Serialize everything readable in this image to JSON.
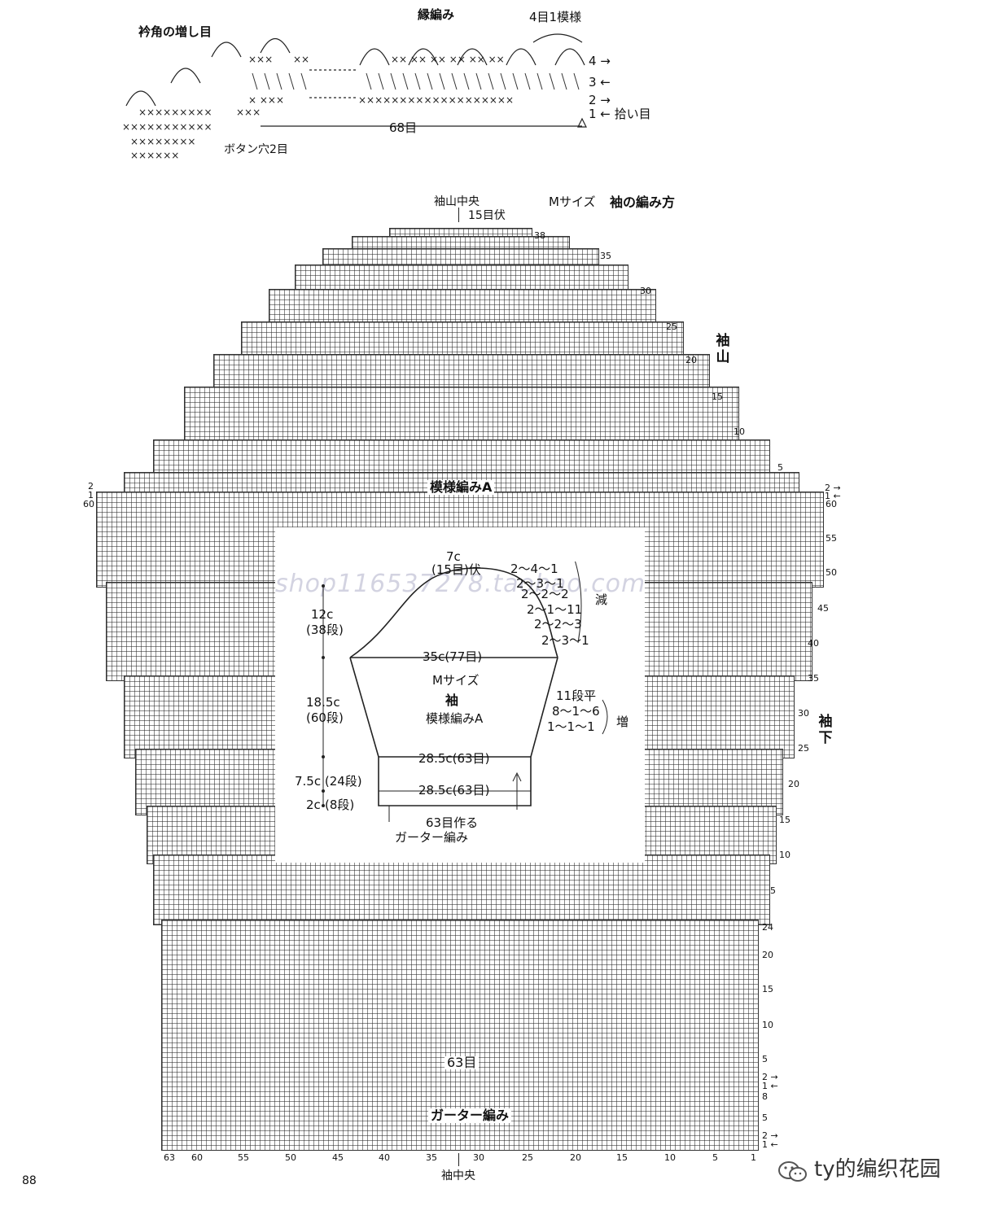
{
  "edge": {
    "collar_title": "衿角の増し目",
    "title": "縁編み",
    "repeat": "4目1模様",
    "rows": [
      "4 →",
      "3 ←",
      "2 →",
      "1 ← 拾い目"
    ],
    "count": "68目",
    "button_hole": "ボタン穴2目"
  },
  "sleeve": {
    "center_top": "袖山中央",
    "bind_off": "15目伏",
    "size": "Mサイズ",
    "title": "袖の編み方",
    "cap_label": "袖山",
    "underarm_label": "袖下",
    "pattern_label": "模様編みA",
    "cast_count": "63目",
    "garter_label": "ガーター編み",
    "center_bottom": "袖中央",
    "arrow_rows": [
      "2 →",
      "1 ←"
    ],
    "cap_row_numbers": [
      "38",
      "35",
      "30",
      "25",
      "20",
      "15",
      "10",
      "5"
    ],
    "body_right_numbers": [
      "60",
      "55",
      "50",
      "45",
      "40",
      "35",
      "30",
      "25",
      "20",
      "15",
      "10",
      "5",
      "24",
      "20",
      "15",
      "10",
      "5",
      "8",
      "5"
    ],
    "left_row_numbers": [
      "2",
      "1",
      "60"
    ],
    "bottom_row_marks": [
      "1",
      "2"
    ],
    "stitch_numbers": [
      "63",
      "60",
      "55",
      "50",
      "45",
      "40",
      "35",
      "30",
      "25",
      "20",
      "15",
      "10",
      "5",
      "1"
    ]
  },
  "schematic": {
    "top_width": "7c",
    "top_bind": "(15目)伏",
    "dec_steps": [
      "2～4～1",
      "2～3～1",
      "2～2～2",
      "2～1～11",
      "2～2～3",
      "2～3～1"
    ],
    "dec_label": "減",
    "cap_height": "12c",
    "cap_rows": "(38段)",
    "width": "35c(77目)",
    "size": "Mサイズ",
    "name": "袖",
    "pattern": "模様編みA",
    "body_height": "18.5c",
    "body_rows": "(60段)",
    "inc_steps": [
      "11段平",
      "8～1～6",
      "1～1～1"
    ],
    "inc_label": "増",
    "lower_width": "28.5c(63目)",
    "lower_height": "7.5c (24段)",
    "cuff_width": "28.5c(63目)",
    "cuff_height": "2c",
    "cuff_rows": "(8段)",
    "cast_on": "63目作る",
    "garter": "ガーター編み"
  },
  "page_number": "88",
  "watermark": "shop116537278.taobao.com",
  "brand": "ty的编织花园"
}
